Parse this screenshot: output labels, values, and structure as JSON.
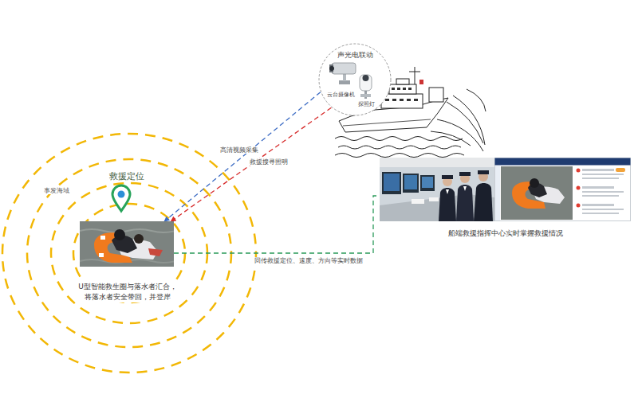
{
  "diagram": {
    "nodes": [
      {
        "text": [
          "声光电联动",
          "云台摄像机"
        ]
      },
      {
        "text": [
          "U型智能救生圈与落水者汇合，将落水者安全带回，并登岸"
        ]
      },
      {
        "text": [
          "船端救援指挥中心实时掌握救援情况"
        ]
      }
    ],
    "edges": [
      {
        "from": 0,
        "to": 1,
        "label": "高清视频采集",
        "arrow": "to"
      },
      {
        "from": 0,
        "to": 1,
        "label": "救援搜寻照明",
        "arrow": "to"
      },
      {
        "from": 1,
        "to": 2,
        "label": "回传救援定位、速度、方向等实时数据",
        "arrow": "none"
      }
    ],
    "labels": [
      "事发海域",
      "救援定位",
      "探照灯"
    ]
  }
}
